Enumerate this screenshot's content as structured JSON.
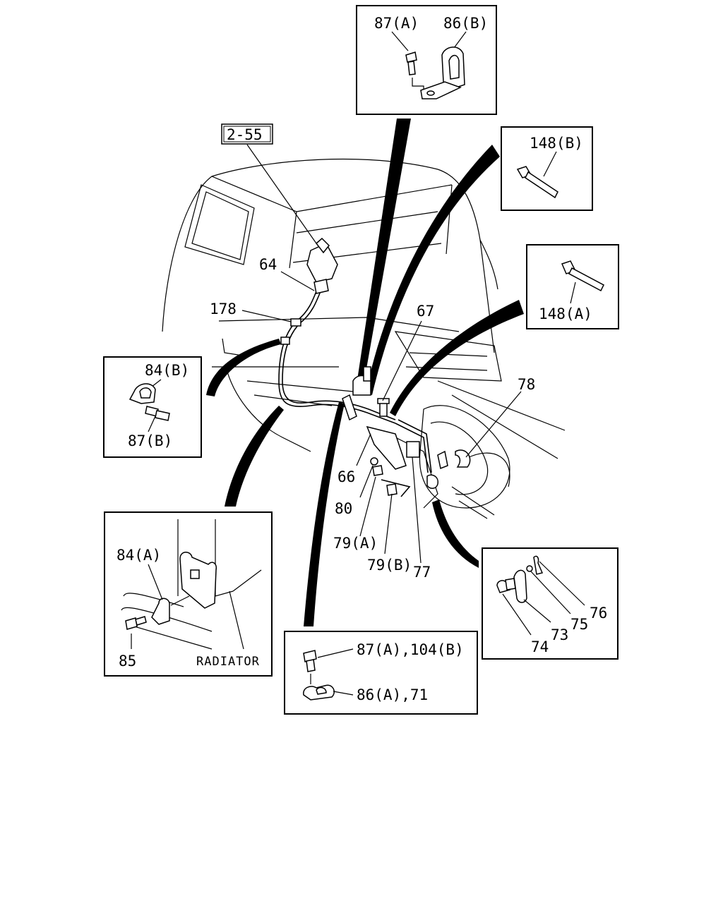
{
  "refs": {
    "page_ref": "2-55"
  },
  "callouts": {
    "c64": "64",
    "c178": "178",
    "c67": "67",
    "c78": "78",
    "c66": "66",
    "c80": "80",
    "c79a": "79(A)",
    "c79b": "79(B)",
    "c77": "77"
  },
  "insets": {
    "top": {
      "left": "87(A)",
      "right": "86(B)"
    },
    "tie_b": {
      "label": "148(B)"
    },
    "tie_a": {
      "label": "148(A)"
    },
    "left_clip": {
      "top": "84(B)",
      "bottom": "87(B)"
    },
    "radiator": {
      "clip": "84(A)",
      "bolt": "85",
      "name": "RADIATOR"
    },
    "bottom_clip": {
      "bolt": "87(A),104(B)",
      "clip": "86(A),71"
    },
    "bracket": {
      "c73": "73",
      "c74": "74",
      "c75": "75",
      "c76": "76"
    }
  }
}
